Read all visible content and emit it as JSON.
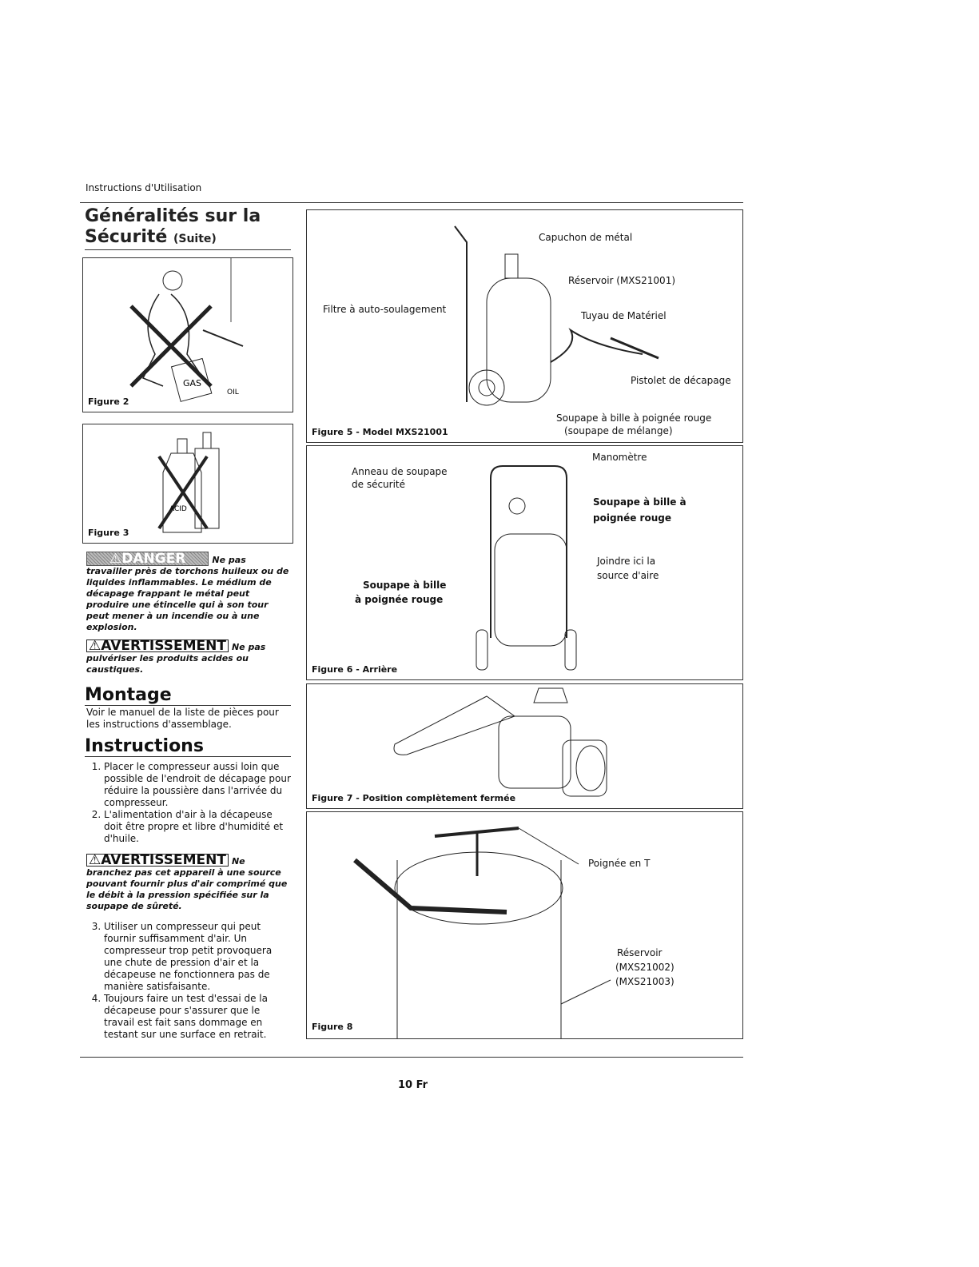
{
  "header": "Instructions d'Utilisation",
  "title": {
    "line1": "Généralités sur la",
    "line2": "Sécurité",
    "suffix": "(Suite)"
  },
  "figures": {
    "fig2": "Figure 2",
    "fig2_labels": [
      "GAS",
      "OIL"
    ],
    "fig3": "Figure 3",
    "fig3_label": "ACID",
    "fig5": "Figure 5 - Model MXS21001",
    "fig5_labels": [
      "Capuchon de métal",
      "Réservoir (MXS21001)",
      "Filtre à auto-soulagement",
      "Tuyau de Matériel",
      "Pistolet de décapage",
      "Soupape à bille à poignée rouge",
      "(soupape de mélange)"
    ],
    "fig6": "Figure 6 - Arrière",
    "fig6_labels": [
      "Manomètre",
      "Anneau de soupape",
      "de sécurité",
      "Soupape à bille à",
      "poignée rouge",
      "Joindre ici la",
      "source d'aire",
      "Soupape à bille",
      "à poignée rouge"
    ],
    "fig7": "Figure 7 - Position complètement fermée",
    "fig8": "Figure 8",
    "fig8_labels": [
      "Poignée en T",
      "Réservoir",
      "(MXS21002)",
      "(MXS21003)"
    ]
  },
  "danger": {
    "badge": "⚠DANGER",
    "lead": "Ne pas travailler",
    "text": "près de torchons huileux ou de liquides inflammables. Le médium de décapage frappant le métal peut produire une étincelle qui à son tour peut mener à un incendie ou à une explosion."
  },
  "warning1": {
    "badge": "⚠AVERTISSEMENT",
    "text": "Ne pas pulvériser les produits acides ou caustiques."
  },
  "montage": {
    "heading": "Montage",
    "text": "Voir le manuel de la liste de pièces pour les instructions d'assemblage."
  },
  "instructions": {
    "heading": "Instructions",
    "items": [
      "Placer le compresseur aussi loin que possible de l'endroit de décapage pour réduire la poussière dans l'arrivée du compresseur.",
      "L'alimentation d'air à la décapeuse doit être propre et libre d'humidité et d'huile."
    ],
    "items2": [
      "Utiliser un compresseur qui peut fournir suffisamment d'air. Un compresseur trop petit provoquera une chute de pression d'air et la décapeuse ne fonctionnera pas de manière satisfaisante.",
      "Toujours faire un test d'essai de la décapeuse pour s'assurer que le travail est fait sans dommage en testant sur une surface en retrait."
    ]
  },
  "warning2": {
    "badge": "⚠AVERTISSEMENT",
    "text": "Ne branchez pas cet appareil à une source pouvant fournir plus d'air comprimé que le débit à la pression spécifiée sur la soupape de sûreté."
  },
  "page_number": "10 Fr"
}
